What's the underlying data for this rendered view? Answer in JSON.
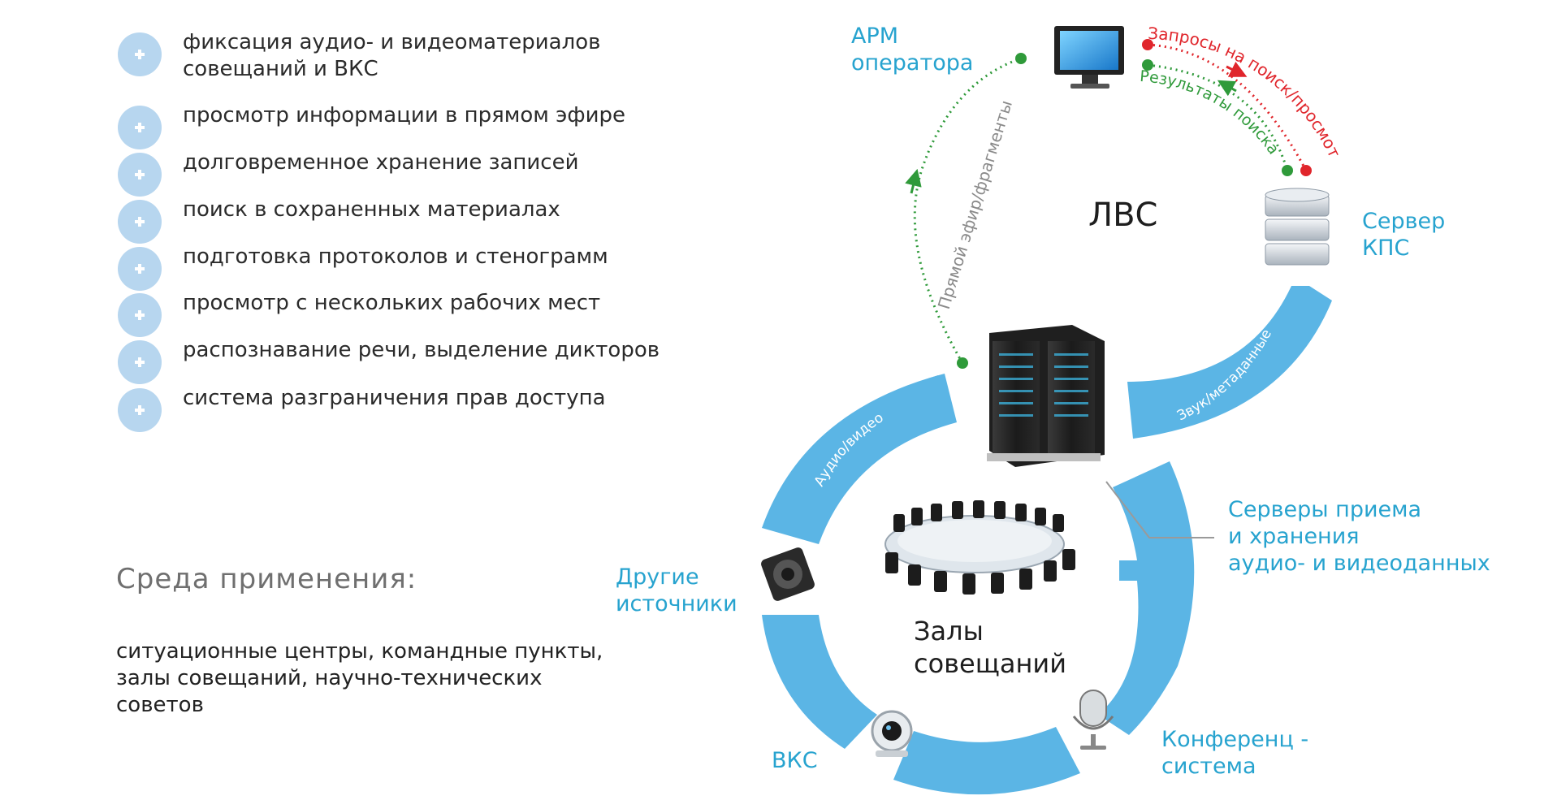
{
  "features": [
    "фиксация аудио- и видеоматериалов\nсовещаний и ВКС",
    "просмотр информации в прямом эфире",
    "долговременное хранение записей",
    "поиск в сохраненных материалах",
    "подготовка протоколов и стенограмм",
    "просмотр с нескольких рабочих мест",
    "распознавание речи, выделение дикторов",
    "система разграничения прав доступа"
  ],
  "environment": {
    "title": "Среда применения:",
    "text": "ситуационные центры, командные пункты,\nзалы совещаний, научно-технических\nсоветов"
  },
  "diagram": {
    "lan_label": "ЛВС",
    "halls_label": "Залы\nсовещаний",
    "operator_label": "АРМ\nоператора",
    "server_kps_label": "Сервер\nКПС",
    "servers_label": "Серверы приема\nи хранения\nаудио- и видеоданных",
    "other_sources_label": "Другие\nисточники",
    "vks_label": "ВКС",
    "conference_label": "Конференц -\nсистема",
    "flow_live": "Прямой эфир/фрагменты",
    "flow_requests": "Запросы на поиск/просмотр",
    "flow_results": "Результаты поиска",
    "arc_audio_video": "Аудио/видео",
    "arc_sound_meta": "Звук/метаданные"
  },
  "colors": {
    "ring_blue": "#5bb5e5",
    "label_blue": "#27a3cf",
    "plus_circle": "#b7d6ef",
    "green_flow": "#2f9a3a",
    "red_flow": "#e0252b",
    "live_text": "#8a8a8a"
  },
  "icons": [
    "plus-icon",
    "monitor-icon",
    "server-kps-icon",
    "server-rack-icon",
    "conference-table-icon",
    "speaker-icon",
    "webcam-icon",
    "microphone-icon"
  ]
}
